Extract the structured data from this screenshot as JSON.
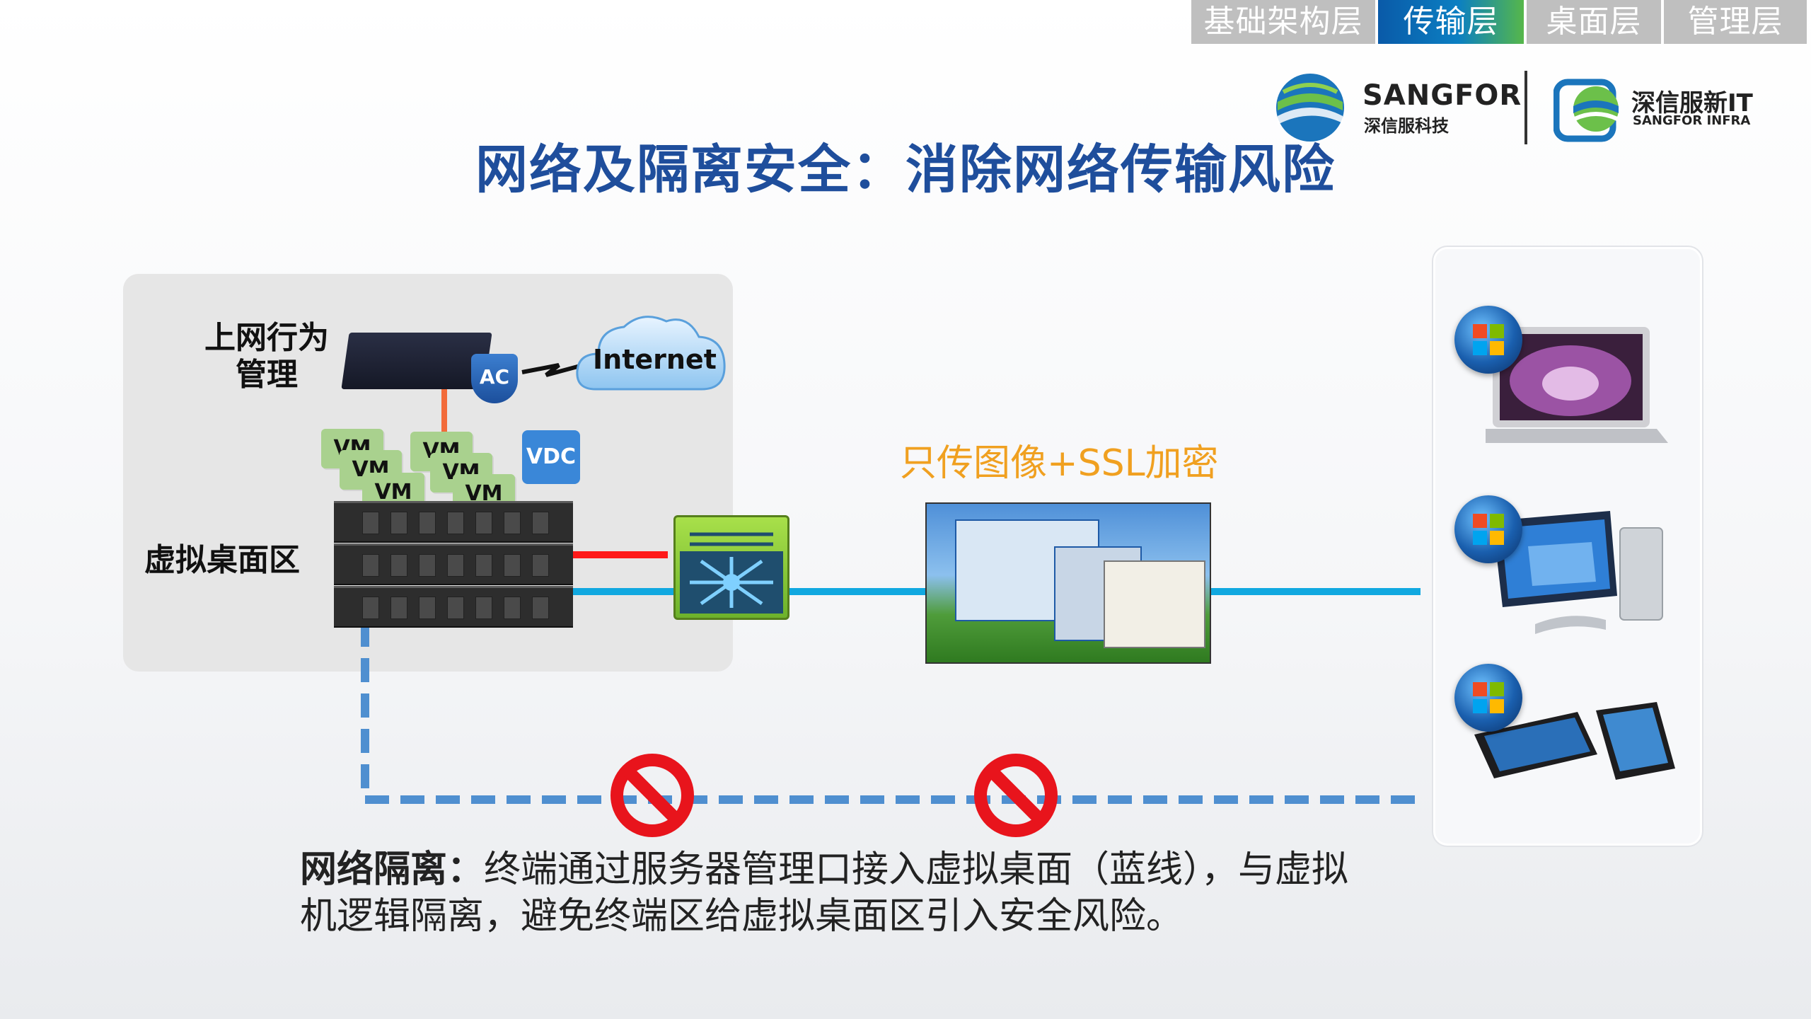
{
  "nav": {
    "tabs": [
      {
        "label": "基础架构层",
        "active": false
      },
      {
        "label": "传输层",
        "active": true
      },
      {
        "label": "桌面层",
        "active": false
      },
      {
        "label": "管理层",
        "active": false
      }
    ]
  },
  "logos": {
    "sangfor_name": "SANGFOR",
    "sangfor_cn": "深信服科技",
    "infra_cn": "深信服新IT",
    "infra_en": "SANGFOR INFRA"
  },
  "title": "网络及隔离安全：消除网络传输风险",
  "diagram": {
    "behavior_label_line1": "上网行为",
    "behavior_label_line2": "管理",
    "ac_badge": "AC",
    "internet_label": "Internet",
    "vm_label": "VM",
    "vdc_label": "VDC",
    "desktop_zone_label": "虚拟桌面区",
    "ssl_label": "只传图像+SSL加密"
  },
  "caption": {
    "head": "网络隔离：",
    "body": "终端通过服务器管理口接入虚拟桌面（蓝线），与虚拟机逻辑隔离，避免终端区给虚拟桌面区引入安全风险。"
  },
  "colors": {
    "title": "#1f4e9c",
    "ssl_text": "#f0a020",
    "blue_line": "#11a8e0",
    "red_line": "#ff1a1a",
    "isolation_dash": "#4f8fd0",
    "forbidden": "#e8141c"
  },
  "icons": {
    "forbidden": "no-entry-icon",
    "windows": "windows-logo-icon"
  }
}
